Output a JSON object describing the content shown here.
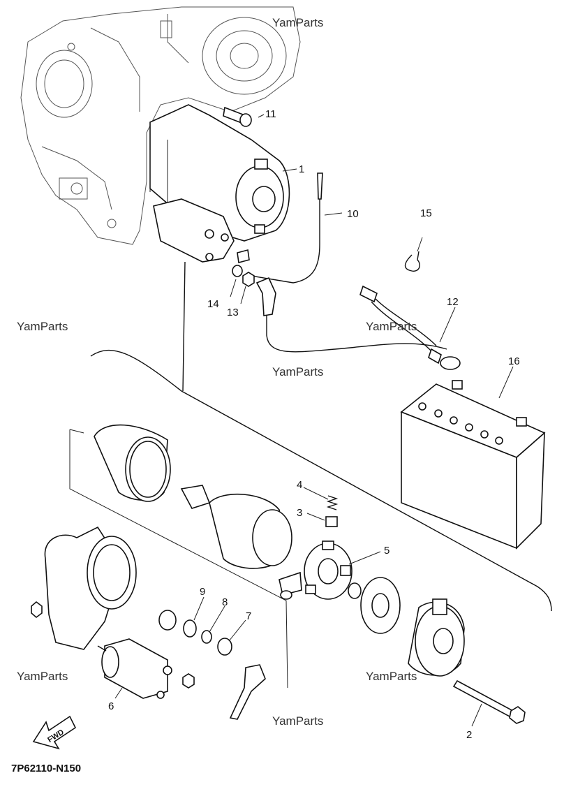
{
  "watermark": "YamParts",
  "diagram_code": "7P62110-N150",
  "fwd_label": "FWD",
  "callouts": [
    "1",
    "2",
    "3",
    "4",
    "5",
    "6",
    "7",
    "8",
    "9",
    "10",
    "11",
    "12",
    "13",
    "14",
    "15",
    "16"
  ]
}
